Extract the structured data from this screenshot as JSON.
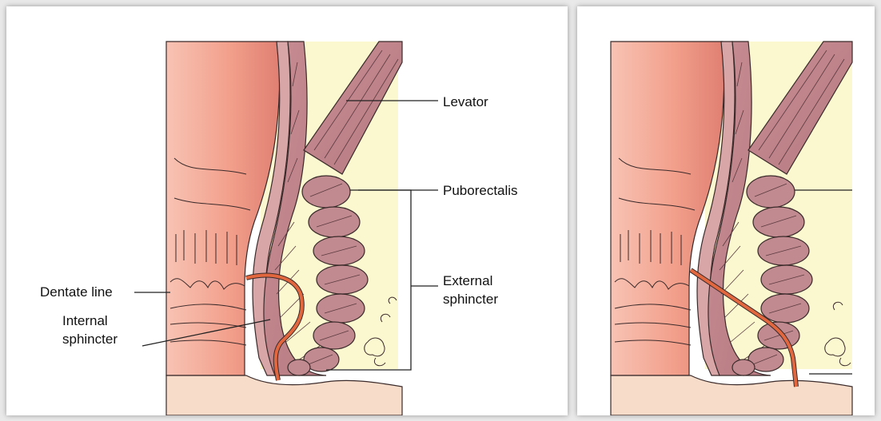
{
  "labels": {
    "levator": "Levator",
    "puborectalis": "Puborectalis",
    "external_sphincter": [
      "External",
      "sphincter"
    ],
    "dentate_line": "Dentate line",
    "internal_sphincter": [
      "Internal",
      "sphincter"
    ]
  },
  "colors": {
    "rectal_wall": "#f09a86",
    "muscle": "#c48a8f",
    "fat": "#fbf7cf",
    "incision": "#e2673f",
    "outline": "#3a2a2a"
  }
}
